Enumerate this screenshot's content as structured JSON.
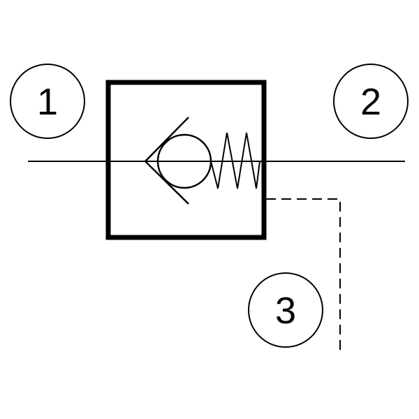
{
  "diagram": {
    "type": "hydraulic-check-valve-symbol",
    "ports": [
      {
        "id": "port-1",
        "label": "1"
      },
      {
        "id": "port-2",
        "label": "2"
      },
      {
        "id": "port-3",
        "label": "3"
      }
    ],
    "colors": {
      "stroke": "#000000",
      "background": "#ffffff"
    }
  }
}
